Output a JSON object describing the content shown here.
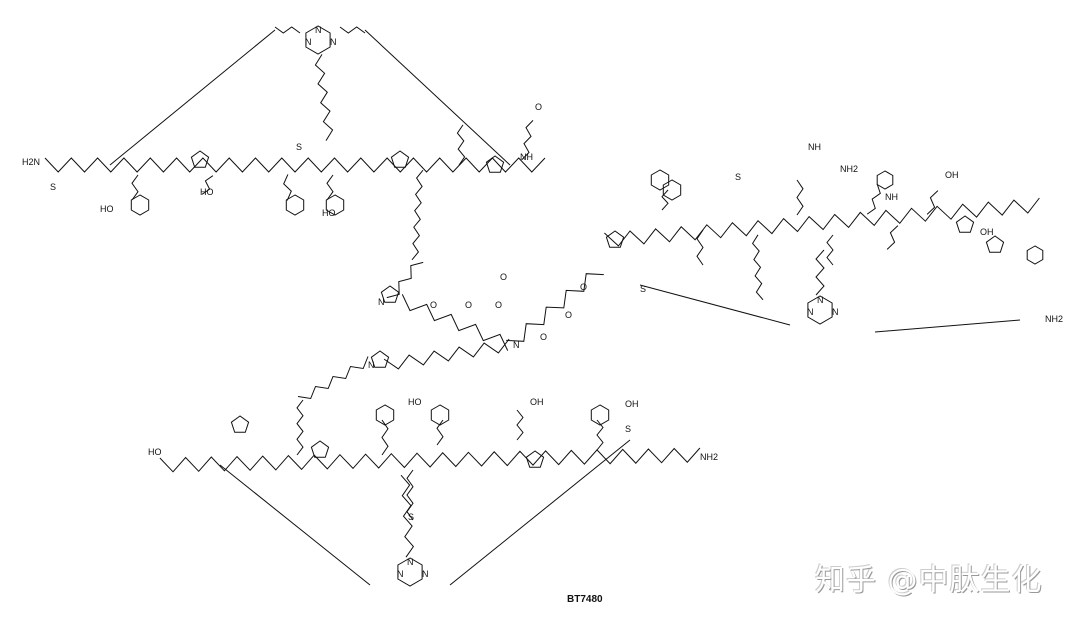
{
  "compound_label": "BT7480",
  "watermark": "知乎 @中肽生化",
  "colors": {
    "bonds": "#111111",
    "background": "#ffffff"
  },
  "atom_labels": [
    "H2N",
    "S",
    "HO",
    "HO",
    "S",
    "NH",
    "O",
    "HO",
    "NH",
    "NH2",
    "NH",
    "OH",
    "OH",
    "S",
    "S",
    "NH2",
    "N",
    "N",
    "O",
    "O",
    "O",
    "O",
    "N",
    "O",
    "O",
    "O",
    "S",
    "HO",
    "OH",
    "OH",
    "S",
    "NH2",
    "HO",
    "N",
    "N",
    "N",
    "N",
    "N",
    "N",
    "N",
    "N",
    "N"
  ]
}
